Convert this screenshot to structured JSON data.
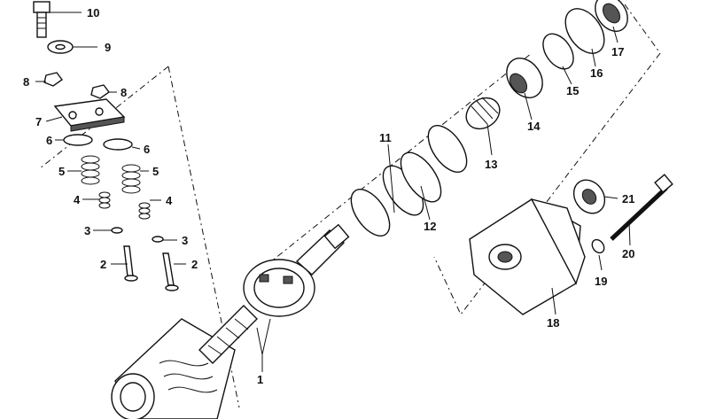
{
  "callouts": [
    "1",
    "2",
    "2",
    "3",
    "3",
    "4",
    "4",
    "5",
    "5",
    "6",
    "6",
    "7",
    "8",
    "8",
    "9",
    "10",
    "11",
    "12",
    "13",
    "14",
    "15",
    "16",
    "17",
    "18",
    "19",
    "20",
    "21"
  ]
}
